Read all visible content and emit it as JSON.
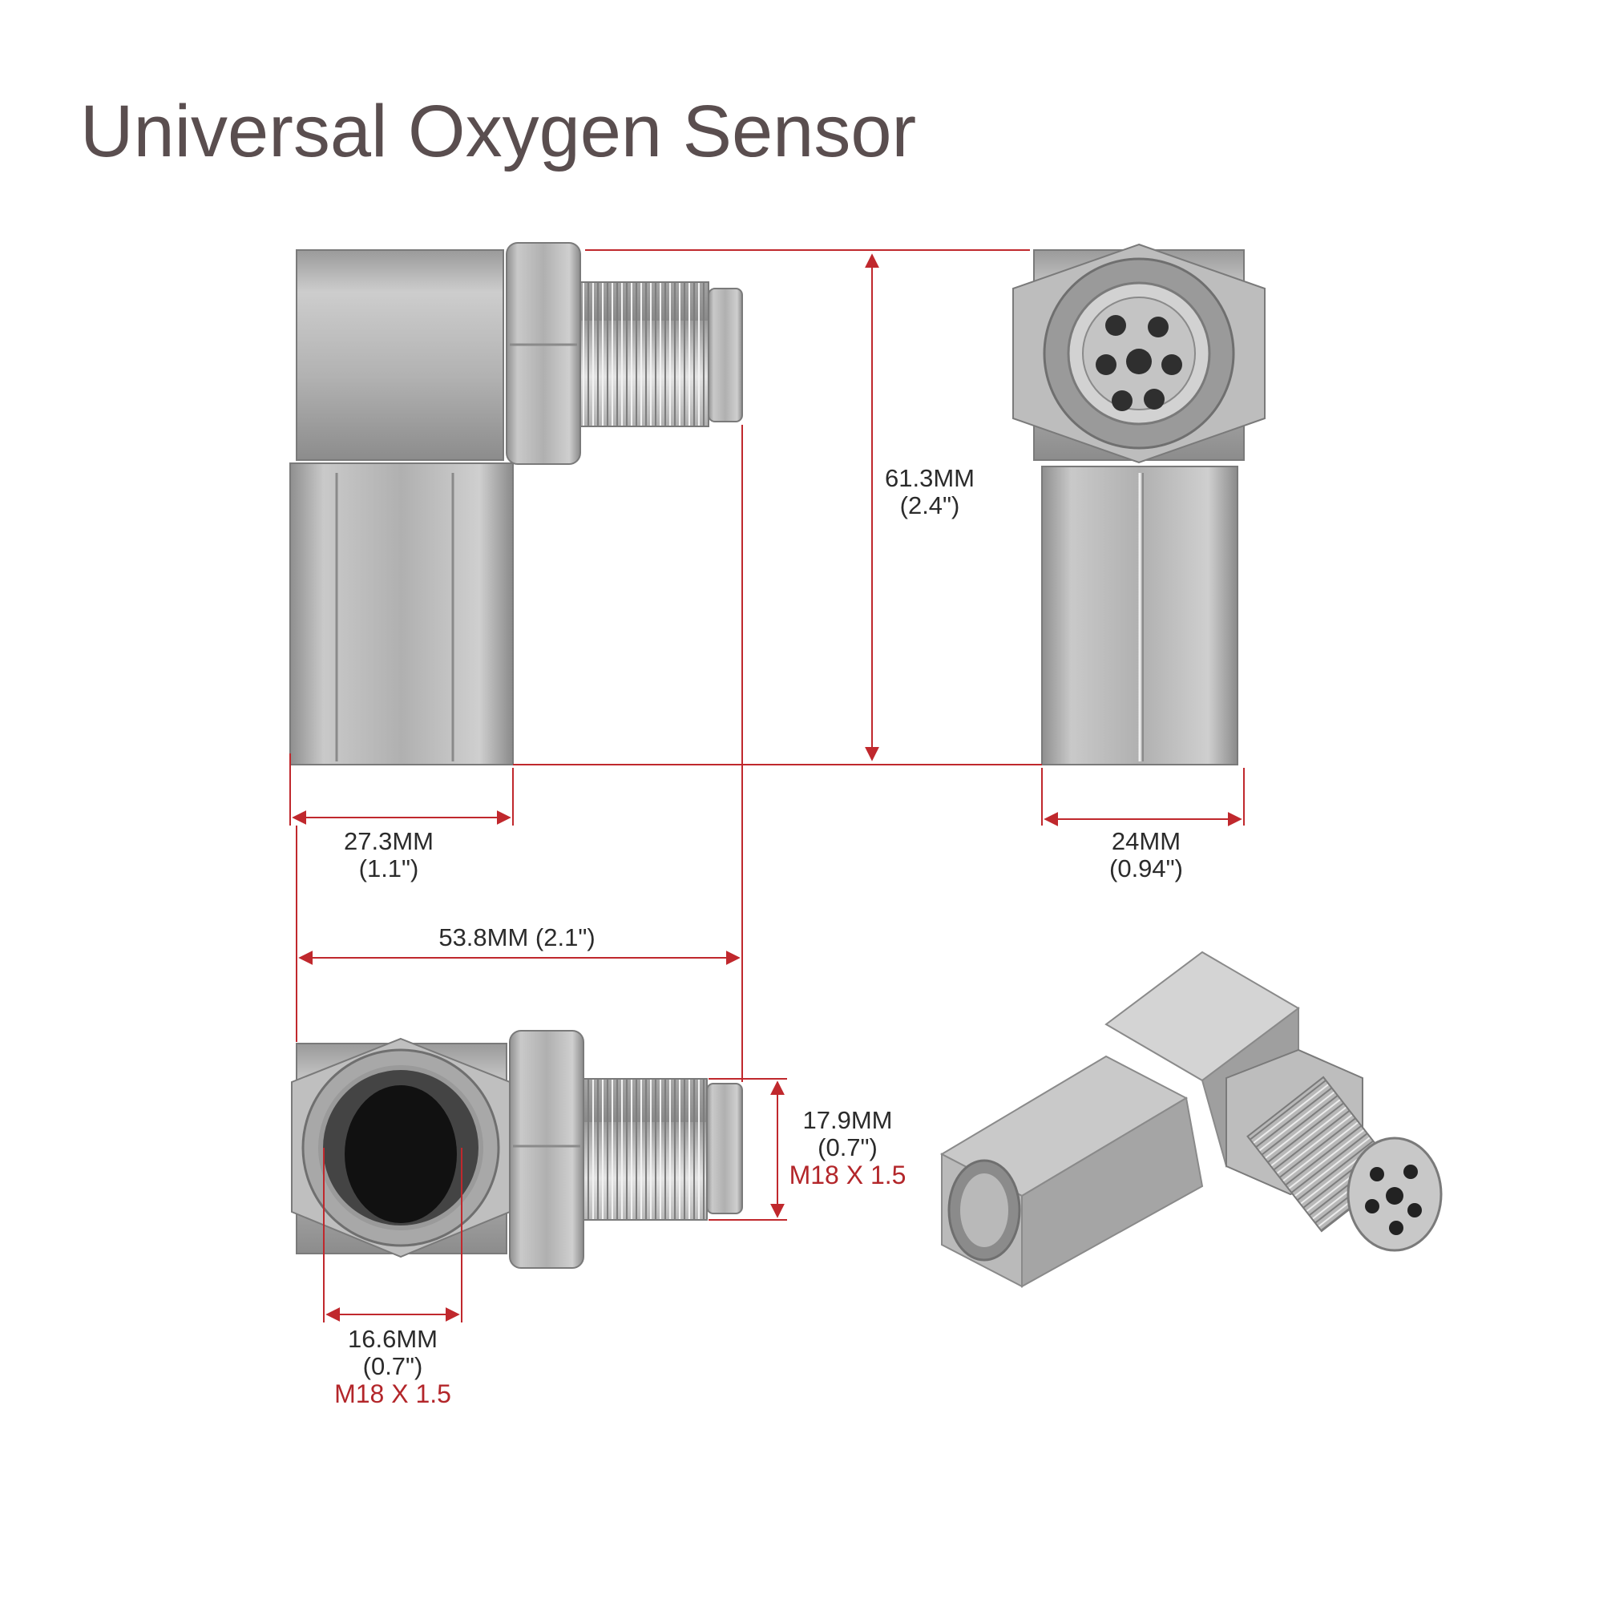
{
  "title": "Universal Oxygen Sensor",
  "colors": {
    "title": "#5a4e4f",
    "dimension_line": "#c0282d",
    "thread_label": "#b3262a",
    "metal": "#b4b4b4"
  },
  "dimensions": {
    "height": {
      "mm": "61.3MM",
      "inch": "(2.4\")"
    },
    "body_width": {
      "mm": "27.3MM",
      "inch": "(1.1\")"
    },
    "hex_width": {
      "mm": "24MM",
      "inch": "(0.94\")"
    },
    "total_length": {
      "text": "53.8MM (2.1\")"
    },
    "male_thread": {
      "mm": "17.9MM",
      "inch": "(0.7\")",
      "thread": "M18 X 1.5"
    },
    "female_thread": {
      "mm": "16.6MM",
      "inch": "(0.7\")",
      "thread": "M18 X 1.5"
    }
  },
  "views": [
    {
      "name": "side-view"
    },
    {
      "name": "end-view-outlet"
    },
    {
      "name": "bottom-view-inlet"
    },
    {
      "name": "perspective-view"
    }
  ]
}
